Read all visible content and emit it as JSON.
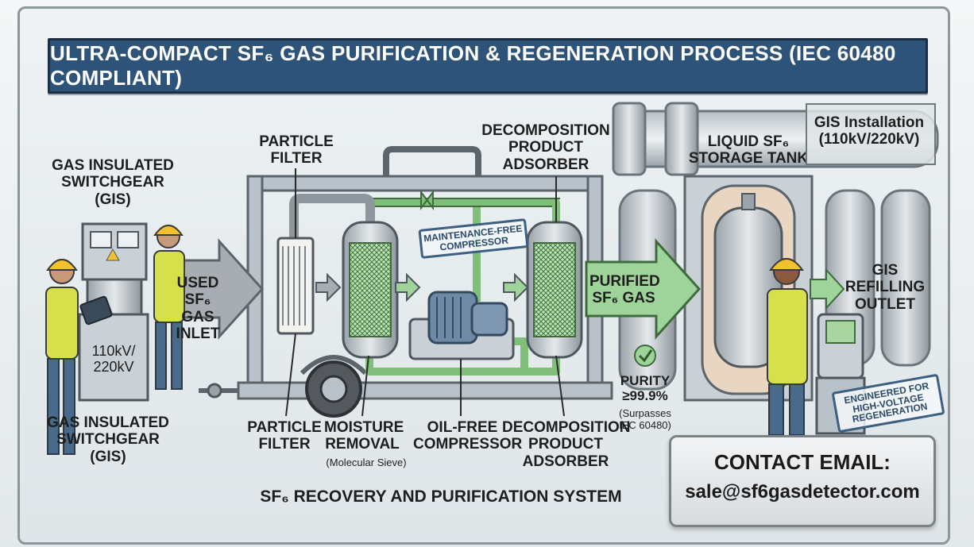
{
  "title": "ULTRA-COMPACT SF₆ GAS PURIFICATION & REGENERATION PROCESS (IEC 60480 COMPLIANT)",
  "labels": {
    "gis_top": "GAS INSULATED\nSWITCHGEAR\n(GIS)",
    "gis_bottom": "GAS INSULATED\nSWITCHGEAR\n(GIS)",
    "gis_voltage": "110kV/\n220kV",
    "used_gas_inlet": "USED SF₆\nGAS INLET",
    "particle_filter_top": "PARTICLE\nFILTER",
    "particle_filter_bottom": "PARTICLE\nFILTER",
    "decomposition_top": "DECOMPOSITION\nPRODUCT\nADSORBER",
    "decomposition_bottom": "DECOMPOSITION\nPRODUCT\nADSORBER",
    "maintenance_free": "MAINTENANCE-FREE\nCOMPRESSOR",
    "moisture_removal": "MOISTURE\nREMOVAL",
    "molecular_sieve": "(Molecular Sieve)",
    "oil_free_compressor": "OIL-FREE\nCOMPRESSOR",
    "system_name": "SF₆ RECOVERY AND PURIFICATION SYSTEM",
    "purified_gas": "PURIFIED\nSF₆ GAS",
    "purity": "PURITY\n≥99.9%",
    "purity_note": "(Surpasses\nIEC 60480)",
    "liquid_tank": "LIQUID SF₆\nSTORAGE TANK",
    "gis_installation": "GIS Installation\n(110kV/220kV)",
    "refilling_outlet": "GIS\nREFILLING\nOUTLET",
    "engineered": "ENGINEERED FOR\nHIGH-VOLTAGE\nREGENERATION"
  },
  "contact": {
    "heading": "CONTACT EMAIL:",
    "email": "sale@sf6gasdetector.com"
  },
  "colors": {
    "title_bg": "#2e5378",
    "arrow_gray": "#a7adb2",
    "arrow_green": "#9ed39a",
    "pipe_green": "#7fbf7a",
    "steel": "#c9d0d6",
    "vest": "#d6e04a"
  }
}
